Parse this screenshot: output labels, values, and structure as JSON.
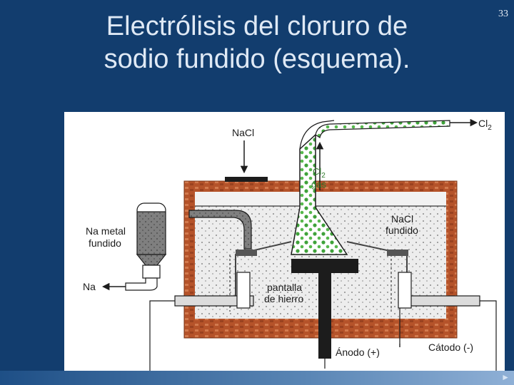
{
  "slide": {
    "title_line1": "Electrólisis del cloruro de",
    "title_line2": "sodio fundido (esquema).",
    "page_number": "33",
    "footer_arrow": "►"
  },
  "diagram": {
    "labels": {
      "nacl_feed": "NaCl",
      "cl2_out": "Cl",
      "cl2_out_sub": "2",
      "cl2_gas": "Cl",
      "cl2_gas_sub": "2",
      "gas": "gas",
      "nacl_fundido_1": "NaCl",
      "nacl_fundido_2": "fundido",
      "na_metal_1": "Na metal",
      "na_metal_2": "fundido",
      "na_out": "Na",
      "pantalla_1": "pantalla",
      "pantalla_2": "de hierro",
      "anodo": "Ánodo (+)",
      "catodo": "Cátodo (-)"
    },
    "colors": {
      "brick": "#b5532a",
      "gas_green": "#3fa23a",
      "steel": "#d9d9d9"
    }
  }
}
